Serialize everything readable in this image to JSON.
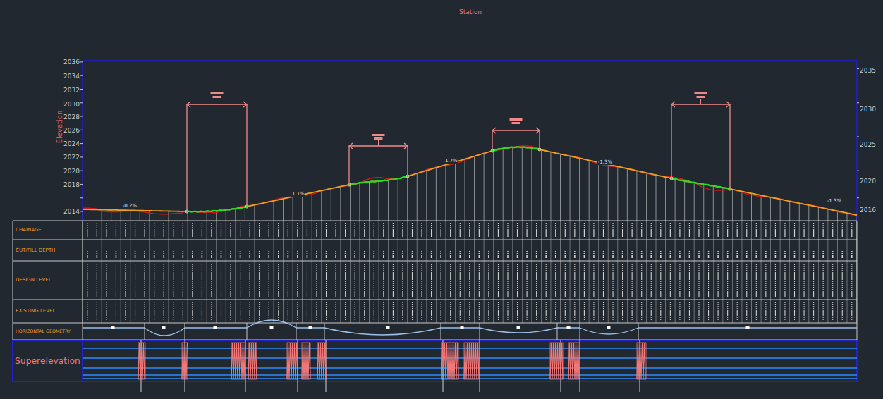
{
  "diagram": {
    "title": "Station",
    "nodes": [
      {
        "text": [
          "CHAINAGE"
        ]
      },
      {
        "text": [
          "CUT/FILL DEPTH"
        ]
      },
      {
        "text": [
          "DESIGN LEVEL"
        ]
      },
      {
        "text": [
          "EXISTING LEVEL"
        ]
      },
      {
        "text": [
          "HORIZONTAL GEOMETRY"
        ]
      },
      {
        "text": [
          "Superelevation"
        ]
      }
    ],
    "labels": [
      "Elevation",
      "2036",
      "2034",
      "2032",
      "2030",
      "2028",
      "2026",
      "2024",
      "2022",
      "2020",
      "2018",
      "2014",
      "2035",
      "2030",
      "2025",
      "2020",
      "2016",
      "-0.2%",
      "1.1%",
      "1.7%",
      "-1.3%",
      "-1.3%"
    ]
  }
}
